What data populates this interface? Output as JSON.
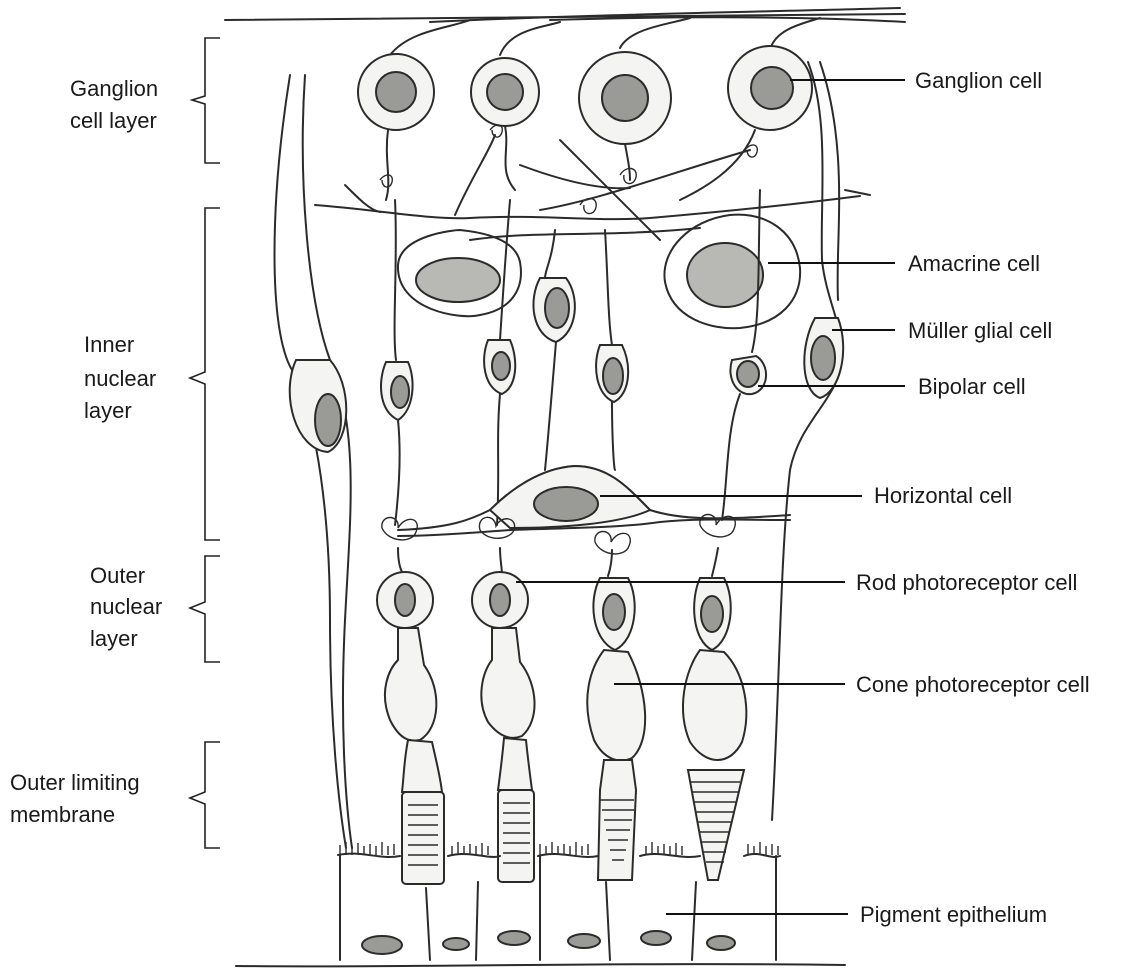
{
  "layers": {
    "ganglion": [
      "Ganglion",
      "cell layer"
    ],
    "inner": [
      "Inner",
      "nuclear",
      "layer"
    ],
    "outer": [
      "Outer",
      "nuclear",
      "layer"
    ],
    "olm": [
      "Outer limiting",
      "membrane"
    ]
  },
  "cells": {
    "ganglion": "Ganglion cell",
    "amacrine": "Amacrine cell",
    "muller": "Müller glial cell",
    "bipolar": "Bipolar cell",
    "horizontal": "Horizontal cell",
    "rod": "Rod photoreceptor cell",
    "cone": "Cone photoreceptor cell",
    "pigment": "Pigment epithelium"
  },
  "colors": {
    "ink": "#2b2b2b",
    "nucleus": "#9a9a96",
    "cytoplasm": "#f4f4f2"
  }
}
